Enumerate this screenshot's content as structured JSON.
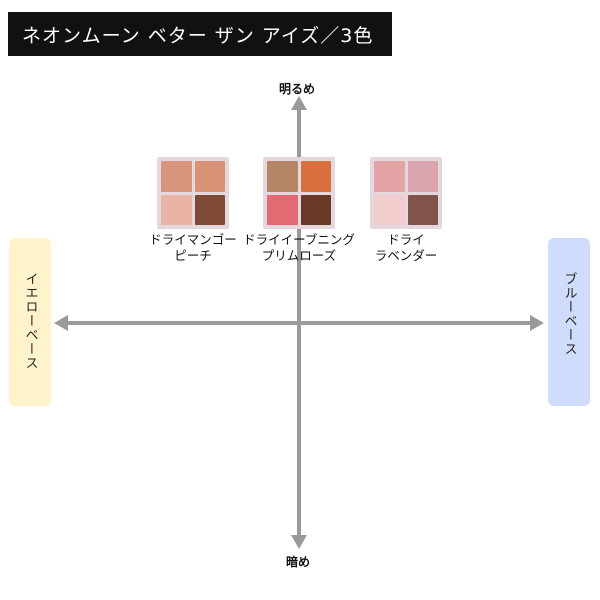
{
  "title": "ネオンムーン ベター ザン アイズ／3色",
  "axis": {
    "top": "明るめ",
    "bottom": "暗め",
    "left": "イエローベース",
    "right": "ブルーベース"
  },
  "colors": {
    "title_bg": "#111111",
    "axis": "#9a9a9a",
    "yellow_base_bg": "#fff3cc",
    "blue_base_bg": "#cfdcfb",
    "palette_frame": "#e4d7de"
  },
  "palettes": [
    {
      "name_line1": "ドライマンゴー",
      "name_line2": "ピーチ",
      "pans": [
        "#d8957c",
        "#d89377",
        "#e9b4a6",
        "#7e4a36"
      ]
    },
    {
      "name_line1": "ドライイーブニング",
      "name_line2": "プリムローズ",
      "pans": [
        "#b58566",
        "#d8703e",
        "#e36a72",
        "#6b3828"
      ]
    },
    {
      "name_line1": "ドライ",
      "name_line2": "ラベンダー",
      "pans": [
        "#e4a4a6",
        "#dba3ad",
        "#f0cccd",
        "#825449"
      ]
    }
  ]
}
